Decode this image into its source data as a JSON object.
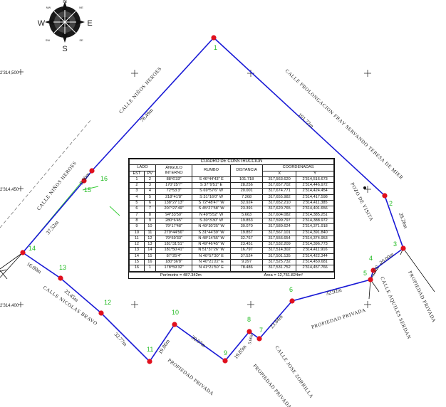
{
  "compass": {
    "north": "N",
    "south": "S",
    "east": "E",
    "west": "W",
    "sw": "SW",
    "nw": "NW",
    "ne": "NE",
    "se": "SE"
  },
  "grid_labels": [
    "2'314,500",
    "2'314,450",
    "2'314,400"
  ],
  "vertex_labels": [
    "1",
    "2",
    "3",
    "4",
    "5",
    "6",
    "7",
    "8",
    "9",
    "10",
    "11",
    "12",
    "13",
    "14",
    "15",
    "16"
  ],
  "segment_labels": [
    "101.72m",
    "28.26m",
    "20.00m",
    "32.92m",
    "23.84m",
    "19.85m",
    "30.07m",
    "19.86m",
    "32.77m",
    "23.45m",
    "16.80m",
    "37.52m",
    "9.30m",
    "78.49m",
    "5.66m",
    "7.27m"
  ],
  "street_labels": {
    "ninos_heroes_1": "CALLE NIÑOS HEROES",
    "ninos_heroes_2": "CALLE NIÑOS HEROES",
    "prolongacion": "CALLE PROLONGACION FRAY SERVANDO TERESA DE MIER",
    "nicolas_bravo": "CALLE NICOLAS BRAVO",
    "jose_zorrilla": "CALLE JOSE ZORRILLA",
    "aquiles_serdan": "CALLE AQUILES SERDAN"
  },
  "other_labels": {
    "pozo": "POZO DE VISITA",
    "privada_1": "PROPIEDAD PRIVADA",
    "privada_2": "PROPIEDAD PRIVADA",
    "privada_3": "PROPIEDAD PRIVADA",
    "privada_4": "PROPIEDAD PRIVADA"
  },
  "table": {
    "title": "CUADRO DE CONSTRUCCIÓN",
    "h_lado": "LADO",
    "h_est": "EST",
    "h_pv": "PV",
    "h_angulo": "ÁNGULO INTERNO",
    "h_rumbo": "RUMBO",
    "h_distancia": "DISTANCIA",
    "h_coordenadas": "COORDENADAS",
    "h_x": "X",
    "h_y": "Y",
    "rows": [
      [
        "1",
        "2",
        "88°6'33\"",
        "S 46°44'43\" E",
        "101.718",
        "317,563.620",
        "2'314,516.673"
      ],
      [
        "2",
        "3",
        "170°25'7\"",
        "S 37°9'51\" E",
        "28.256",
        "317,657.702",
        "2'314,446.972"
      ],
      [
        "3",
        "4",
        "72°53'3\"",
        "S 69°57'6\" W",
        "20.001",
        "317,674.771",
        "2'314,424.454"
      ],
      [
        "4",
        "5",
        "218°41'8\"",
        "S 31°16'0\" W",
        "7.268",
        "317,655.982",
        "2'314,417.598"
      ],
      [
        "5",
        "6",
        "138°27'13\"",
        "S 72°48'47\" W",
        "32.924",
        "317,652.210",
        "2'314,411.385"
      ],
      [
        "6",
        "7",
        "207°27'49\"",
        "S 45°27'58\" W",
        "23.391",
        "317,620.765",
        "2'314,401.656"
      ],
      [
        "7",
        "8",
        "94°33'50\"",
        "N 49°5'52\" W",
        "5.663",
        "317,604.082",
        "2'314,385.251"
      ],
      [
        "8",
        "9",
        "280°6'45\"",
        "S 30°3'30\" W",
        "19.853",
        "317,599.797",
        "2'314,388.972"
      ],
      [
        "9",
        "10",
        "79°17'48\"",
        "N 49°30'25\" W",
        "30.070",
        "317,589.624",
        "2'314,371.918"
      ],
      [
        "10",
        "11",
        "279°44'56\"",
        "S 31°44'39\" W",
        "19.857",
        "317,567.101",
        "2'314,391.840"
      ],
      [
        "11",
        "12",
        "79°59'33\"",
        "N 48°14'55\" W",
        "32.767",
        "317,556.654",
        "2'314,374.953"
      ],
      [
        "12",
        "13",
        "181°31'51\"",
        "N 49°46'45\" W",
        "23.451",
        "317,532.209",
        "2'314,396.773"
      ],
      [
        "13",
        "14",
        "181°50'41\"",
        "N 51°37'26\" W",
        "16.797",
        "317,514.302",
        "2'314,411.916"
      ],
      [
        "14",
        "15",
        "87°25'4\"",
        "N 40°57'30\" E",
        "37.524",
        "317,501.135",
        "2'314,422.344"
      ],
      [
        "15",
        "16",
        "180°36'8\"",
        "N 40°21'22\" E",
        "9.297",
        "317,525.732",
        "2'314,450.681"
      ],
      [
        "16",
        "1",
        "178°59'32\"",
        "N 41°21'50\" E",
        "78.486",
        "317,531.752",
        "2'314,457.766"
      ]
    ],
    "perimetro": "Perímetro = 487.342m",
    "area": "Área = 12,751.824m²"
  },
  "colors": {
    "boundary": "#1a1ad6",
    "vertex": "#e0101e",
    "vertex_label": "#22bb22",
    "green_line": "#33cc33",
    "text": "#222222"
  }
}
